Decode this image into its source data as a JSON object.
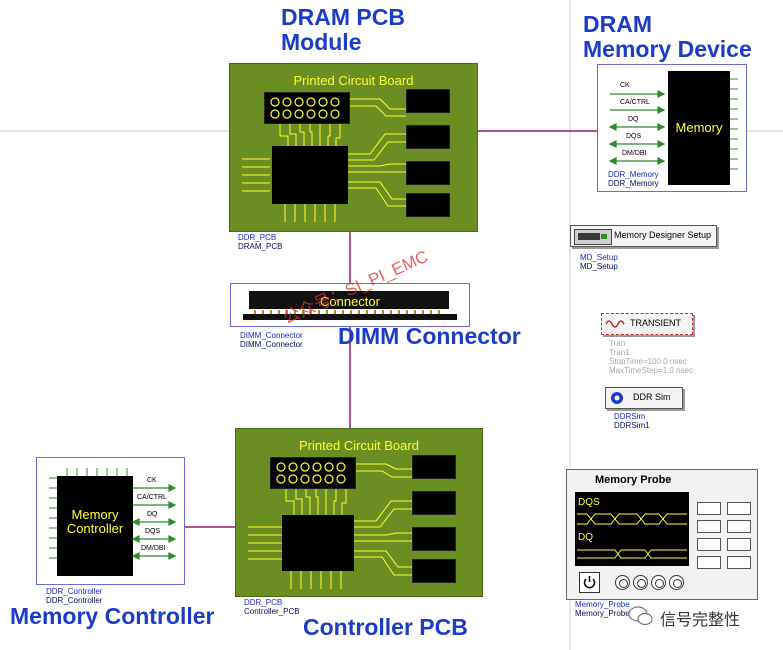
{
  "titles": {
    "dram_pcb_line1": "DRAM PCB",
    "dram_pcb_line2": "Module",
    "dram_device_line1": "DRAM",
    "dram_device_line2": "Memory Device",
    "dimm": "DIMM Connector",
    "mem_controller": "Memory Controller",
    "controller_pcb": "Controller PCB"
  },
  "dram_pcb": {
    "label": "Printed Circuit Board",
    "name": "DDR_PCB",
    "instance": "DRAM_PCB"
  },
  "controller_pcb": {
    "label": "Printed Circuit Board",
    "name": "DDR_PCB",
    "instance": "Controller_PCB"
  },
  "connector": {
    "label": "Connector",
    "name": "DIMM_Connector",
    "instance": "DIMM_Connector"
  },
  "memory_device": {
    "label": "Memory",
    "pins": [
      "CK",
      "CA/CTRL",
      "DQ",
      "DQS",
      "DM/DBI"
    ],
    "name": "DDR_Memory",
    "instance": "DDR_Memory"
  },
  "memory_controller": {
    "label_line1": "Memory",
    "label_line2": "Controller",
    "pins": [
      "CK",
      "CA/CTRL",
      "DQ",
      "DQS",
      "DM/DBI"
    ],
    "name": "DDR_Controller",
    "instance": "DDR_Controller"
  },
  "md_setup": {
    "label": "Memory Designer Setup",
    "name": "MD_Setup",
    "instance": "MD_Setup"
  },
  "transient": {
    "label": "TRANSIENT",
    "name": "Tran",
    "instance": "Tran1",
    "param1": "StopTime=100.0 nsec",
    "param2": "MaxTimeStep=1.0 nsec"
  },
  "ddr_sim": {
    "label": "DDR Sim",
    "name": "DDRSim",
    "instance": "DDRSim1"
  },
  "memory_probe": {
    "title": "Memory Probe",
    "trace1": "DQS",
    "trace2": "DQ",
    "name": "Memory_Probe",
    "instance": "Memory_Probe"
  },
  "watermark": {
    "text": "公众号：SI_PI_EMC",
    "account": "信号完整性"
  },
  "colors": {
    "title_blue": "#1a3cc8",
    "pcb_green": "#6b8e23",
    "trace_yellow": "#ffff33",
    "wire_magenta": "#9c1a6e",
    "pin_green": "#2e8b2e",
    "watermark_red": "#e03030"
  }
}
